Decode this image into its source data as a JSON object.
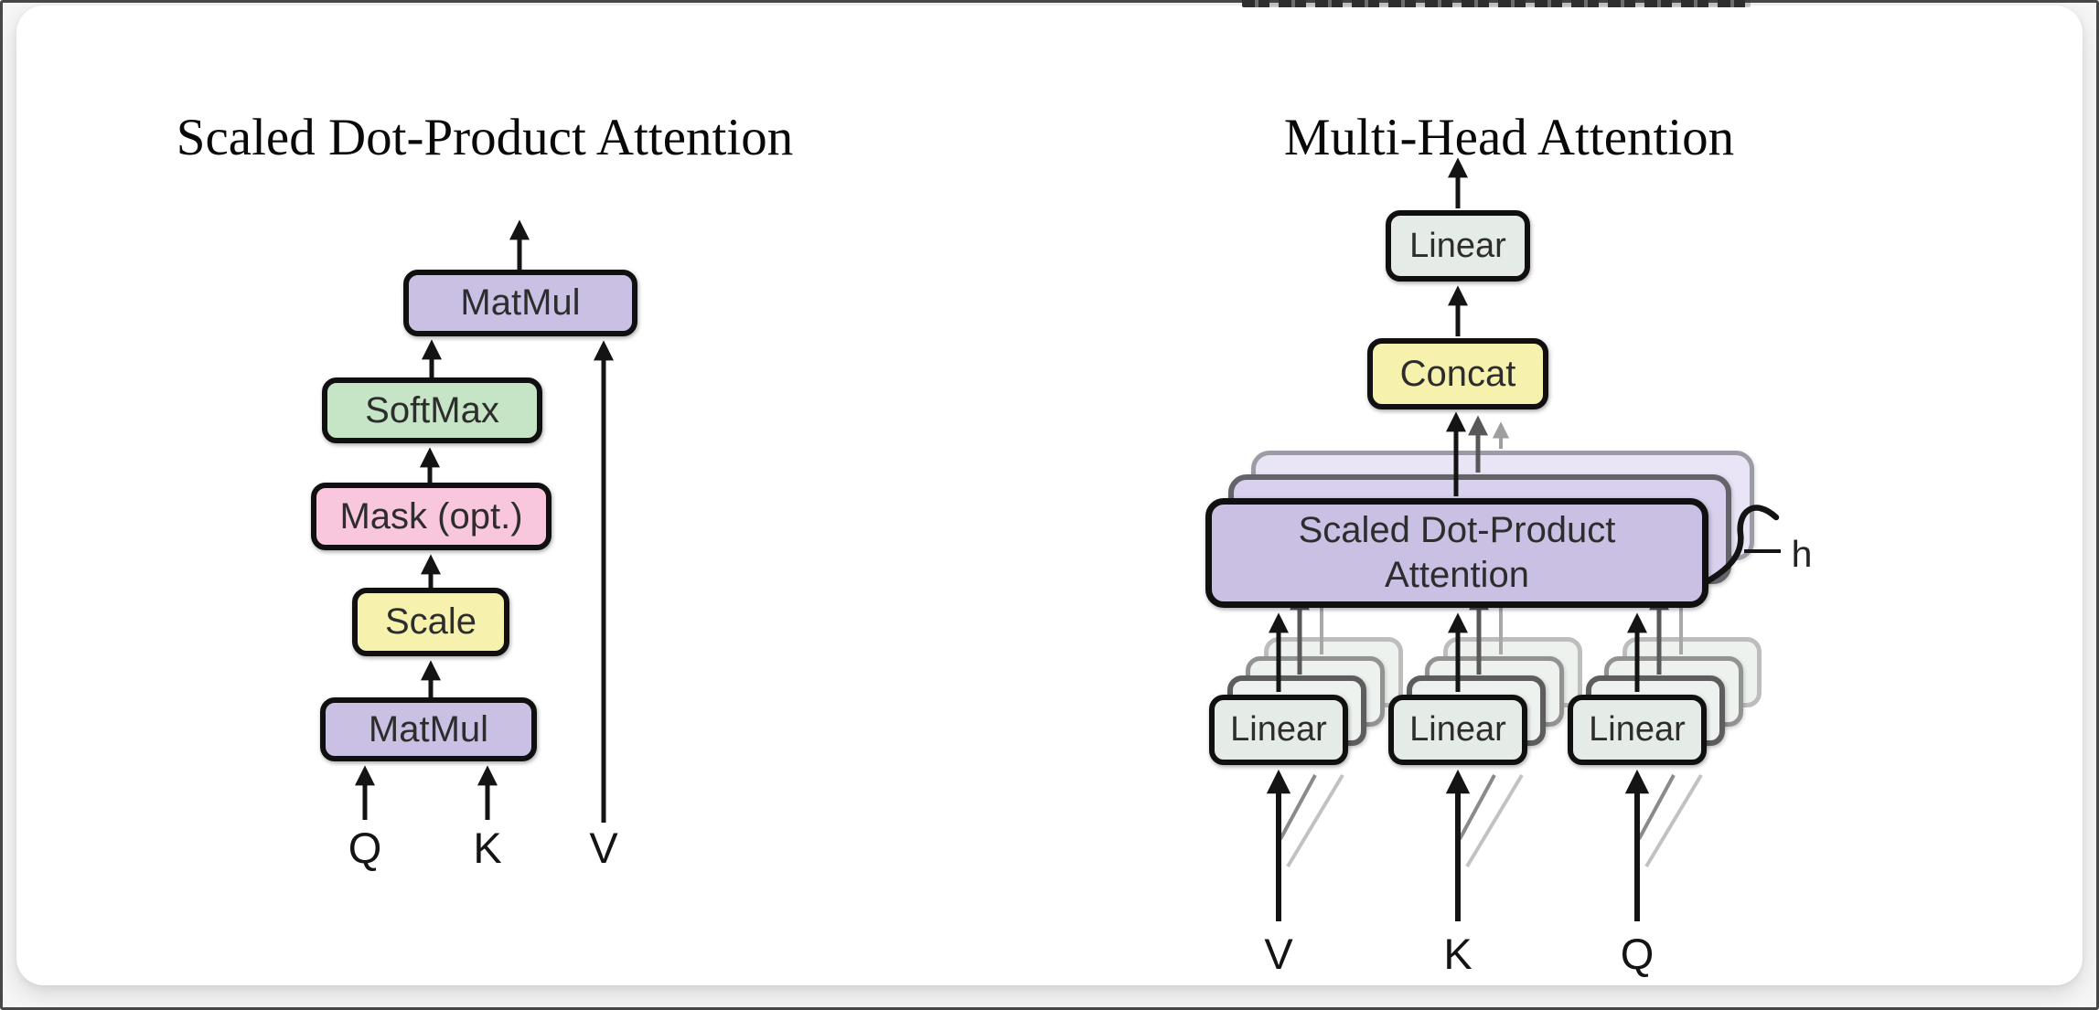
{
  "left_panel": {
    "title": "Scaled Dot-Product Attention",
    "nodes": {
      "matmul_top": "MatMul",
      "softmax": "SoftMax",
      "mask": "Mask (opt.)",
      "scale": "Scale",
      "matmul_bottom": "MatMul"
    },
    "inputs": {
      "q": "Q",
      "k": "K",
      "v": "V"
    }
  },
  "right_panel": {
    "title": "Multi-Head Attention",
    "nodes": {
      "linear_out": "Linear",
      "concat": "Concat",
      "sdpa_line1": "Scaled Dot-Product",
      "sdpa_line2": "Attention",
      "linear_v": "Linear",
      "linear_k": "Linear",
      "linear_q": "Linear"
    },
    "head_count_label": "h",
    "inputs": {
      "v": "V",
      "k": "K",
      "q": "Q"
    }
  },
  "colors": {
    "ink": "#1b1b1b",
    "box_purple": "#c9c0e4",
    "box_green": "#c6e5c7",
    "box_pink": "#f8c7dd",
    "box_yellow": "#f6f2ae",
    "box_gray": "#e5ebe7",
    "ghost_purple_1": "#d8d0ec",
    "ghost_purple_2": "#eae5f6",
    "ghost_gray": "#eef2ef"
  }
}
